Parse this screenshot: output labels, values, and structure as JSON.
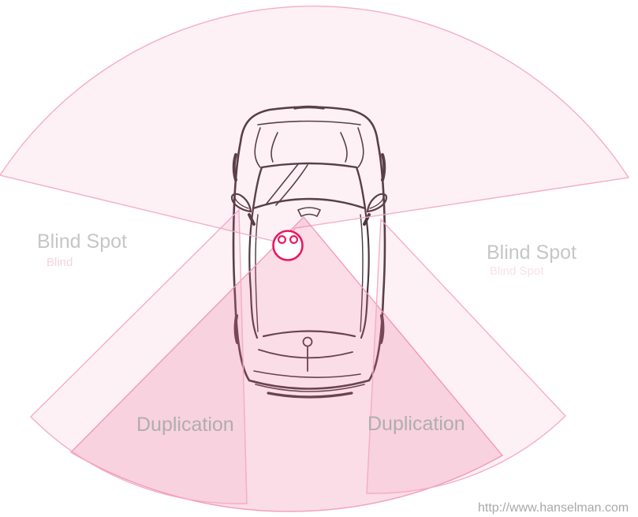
{
  "diagram": {
    "labels": {
      "blind_spot_left": "Blind Spot",
      "blind_spot_right": "Blind Spot",
      "blind_ghost_left": "Blind",
      "blind_ghost_right": "Blind Spot",
      "duplication_left": "Duplication",
      "duplication_right": "Duplication"
    },
    "watermark": "http://www.hanselman.com",
    "zones": [
      {
        "name": "forward-windshield-view",
        "fill": "#ed78a0",
        "opacity": "0.10",
        "stroke": "#f4a9c6"
      },
      {
        "name": "left-mirror-view",
        "fill": "#ed78a0",
        "opacity": "0.10",
        "stroke": "#f4a9c6"
      },
      {
        "name": "right-mirror-view",
        "fill": "#ed78a0",
        "opacity": "0.10",
        "stroke": "#f4a9c6"
      },
      {
        "name": "rearview-mirror-view",
        "fill": "#ea648c",
        "opacity": "0.22",
        "stroke": "#f29ab9"
      }
    ],
    "colors": {
      "background": "#ffffff",
      "blind_spot_label": "#c6c6c6",
      "duplication_label": "#aeaeae",
      "watermark_label": "#a9a9a9",
      "ghost_label": "#f6d2e0",
      "car_outline": "#4a393f",
      "driver_head_icon": "#ec1860"
    }
  }
}
